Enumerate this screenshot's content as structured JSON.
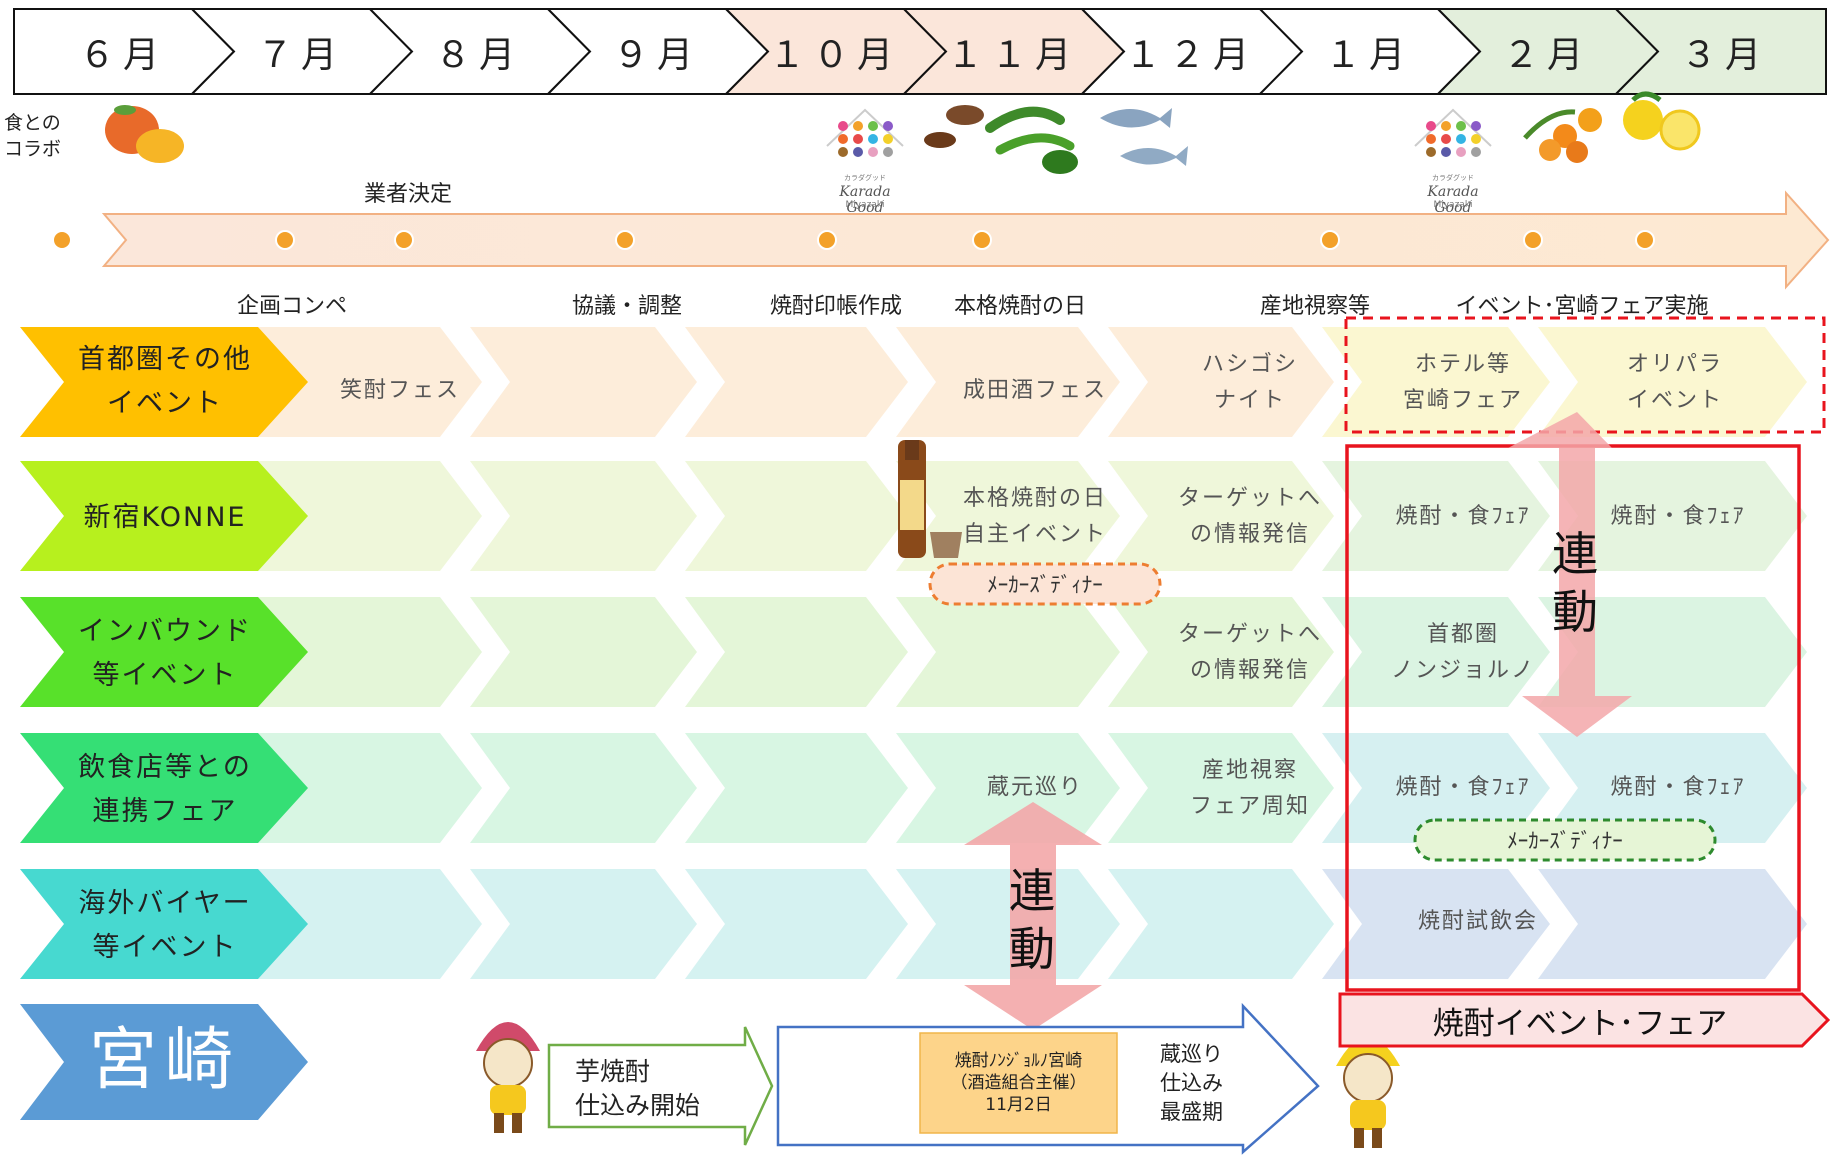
{
  "colors": {
    "month_plain": "#ffffff",
    "month_mid": "#fbe6da",
    "month_end": "#e3efdc",
    "timeline": "#fbe4d6",
    "dot": "#f3a12a",
    "highlight_red": "#e8141e",
    "link_arrow": "#f3a7a9"
  },
  "months": [
    "６月",
    "７月",
    "８月",
    "９月",
    "１０月",
    "１１月",
    "１２月",
    "１月",
    "２月",
    "３月"
  ],
  "food_collab": "食との\nコラボ",
  "timeline": {
    "top_labels": [
      {
        "id": "vendor",
        "text": "業者決定"
      }
    ],
    "bottom_labels": [
      {
        "id": "planning",
        "text": "企画コンペ"
      },
      {
        "id": "coordination",
        "text": "協議・調整"
      },
      {
        "id": "stamp",
        "text": "焼酎印帳作成"
      },
      {
        "id": "shochu-day",
        "text": "本格焼酎の日"
      },
      {
        "id": "site-visit",
        "text": "産地視察等"
      },
      {
        "id": "event",
        "text": "イベント･宮崎フェア実施"
      }
    ]
  },
  "icons": {
    "mango": "mango-image",
    "logo1": "karada-good-logo",
    "veg": "vegetables-image",
    "fish": "fish-image",
    "logo2": "karada-good-logo",
    "citrus": "citrus-image",
    "yuzu": "yuzu-image",
    "bottle": "shochu-bottle-image",
    "mascot": "mascot-image"
  },
  "logo_text": {
    "brand": "Karada Good",
    "sub": "Miyazaki",
    "kana": "カラダグッド"
  },
  "categories": [
    {
      "label": "首都圏その他\nイベント",
      "color": "#ffc000",
      "text_color": "#222",
      "row_color": "#fdecd8",
      "end_color": "#fbf7cf"
    },
    {
      "label": "新宿KONNE",
      "color": "#b7f01e",
      "text_color": "#222",
      "row_color": "#eef7d8",
      "end_color": "#e4f3dd"
    },
    {
      "label": "インバウンド\n等イベント",
      "color": "#58e12a",
      "text_color": "#222",
      "row_color": "#e3f6d6",
      "end_color": "#d9f3e0"
    },
    {
      "label": "飲食店等との\n連携フェア",
      "color": "#35df75",
      "text_color": "#222",
      "row_color": "#d6f5e2",
      "end_color": "#d4eff0"
    },
    {
      "label": "海外バイヤー\n等イベント",
      "color": "#47d9d0",
      "text_color": "#222",
      "row_color": "#d3f1f0",
      "end_color": "#d6e2f1"
    },
    {
      "label": "宮崎",
      "color": "#5b9bd5",
      "text_color": "#ffffff"
    }
  ],
  "cells": [
    {
      "row": 0,
      "text": "笑酎フェス"
    },
    {
      "row": 0,
      "text": "成田酒フェス"
    },
    {
      "row": 0,
      "text": "ハシゴシ\nナイト"
    },
    {
      "row": 0,
      "text": "ホテル等\n宮崎フェア"
    },
    {
      "row": 0,
      "text": "オリパラ\nイベント"
    },
    {
      "row": 1,
      "text": "本格焼酎の日\n自主イベント"
    },
    {
      "row": 1,
      "text": "ターゲットへ\nの情報発信"
    },
    {
      "row": 1,
      "text": "焼酎・食ﾌｪｱ"
    },
    {
      "row": 1,
      "text": "焼酎・食ﾌｪｱ"
    },
    {
      "row": 2,
      "text": "ターゲットへ\nの情報発信"
    },
    {
      "row": 2,
      "text": "首都圏\nノンジョルノ"
    },
    {
      "row": 3,
      "text": "蔵元巡り"
    },
    {
      "row": 3,
      "text": "産地視察\nフェア周知"
    },
    {
      "row": 3,
      "text": "焼酎・食ﾌｪｱ"
    },
    {
      "row": 3,
      "text": "焼酎・食ﾌｪｱ"
    },
    {
      "row": 4,
      "text": "焼酎試飲会"
    }
  ],
  "dinner_ovals": [
    {
      "text": "ﾒｰｶｰｽﾞﾃﾞｨﾅｰ",
      "stroke": "#ed7d31",
      "fill": "#fce4d6"
    },
    {
      "text": "ﾒｰｶｰｽﾞﾃﾞｨﾅｰ",
      "stroke": "#2e8b2e",
      "fill": "#e6f5d6"
    }
  ],
  "link_labels": [
    "連\n動",
    "連\n動"
  ],
  "event_fair_banner": "焼酎イベント･フェア",
  "miyazaki_row": {
    "imo": "芋焼酎\n仕込み開始",
    "nonjorno": "焼酎ﾉﾝｼﾞｮﾙﾉ宮崎\n（酒造組合主催）\n11月2日",
    "peak": "蔵巡り\n仕込み\n最盛期"
  }
}
